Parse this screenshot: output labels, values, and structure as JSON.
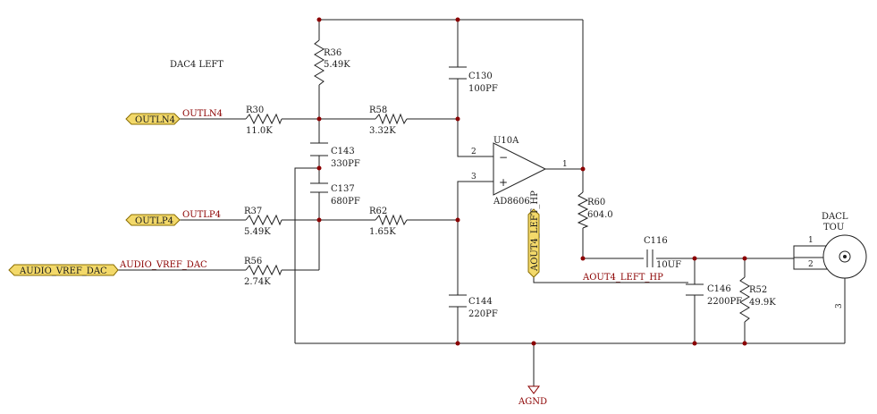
{
  "block_label": "DAC4 LEFT",
  "ports": {
    "outln4": "OUTLN4",
    "outlp4": "OUTLP4",
    "audio_vref": "AUDIO_VREF_DAC",
    "aout4_left_hp": "AOUT4_LEFT_HP"
  },
  "nets": {
    "outln4": "OUTLN4",
    "outlp4": "OUTLP4",
    "audio_vref": "AUDIO_VREF_DAC",
    "aout4_left_hp": "AOUT4_LEFT_HP",
    "agnd": "AGND"
  },
  "components": {
    "r36": {
      "ref": "R36",
      "value": "5.49K"
    },
    "r30": {
      "ref": "R30",
      "value": "11.0K"
    },
    "r58": {
      "ref": "R58",
      "value": "3.32K"
    },
    "c130": {
      "ref": "C130",
      "value": "100PF"
    },
    "c143": {
      "ref": "C143",
      "value": "330PF"
    },
    "c137": {
      "ref": "C137",
      "value": "680PF"
    },
    "r37": {
      "ref": "R37",
      "value": "5.49K"
    },
    "r62": {
      "ref": "R62",
      "value": "1.65K"
    },
    "r56": {
      "ref": "R56",
      "value": "2.74K"
    },
    "c144": {
      "ref": "C144",
      "value": "220PF"
    },
    "u10a": {
      "ref": "U10A",
      "value": "AD8606",
      "pin_inv": "2",
      "pin_noninv": "3",
      "pin_out": "1",
      "sym_minus": "−",
      "sym_plus": "+"
    },
    "r60": {
      "ref": "R60",
      "value": "604.0"
    },
    "c116": {
      "ref": "C116",
      "value": "10UF"
    },
    "c146": {
      "ref": "C146",
      "value": "2200PF"
    },
    "r52": {
      "ref": "R52",
      "value": "49.9K"
    },
    "jack": {
      "ref_line1": "DACL",
      "ref_line2": "TOU",
      "pin1": "1",
      "pin2": "2",
      "pin3": "3"
    }
  },
  "colors": {
    "wire": "#1f1f1f",
    "junction": "#8b0000",
    "net_label": "#8b0000",
    "port_fill": "#f3d96a",
    "port_stroke": "#8a6d00"
  }
}
